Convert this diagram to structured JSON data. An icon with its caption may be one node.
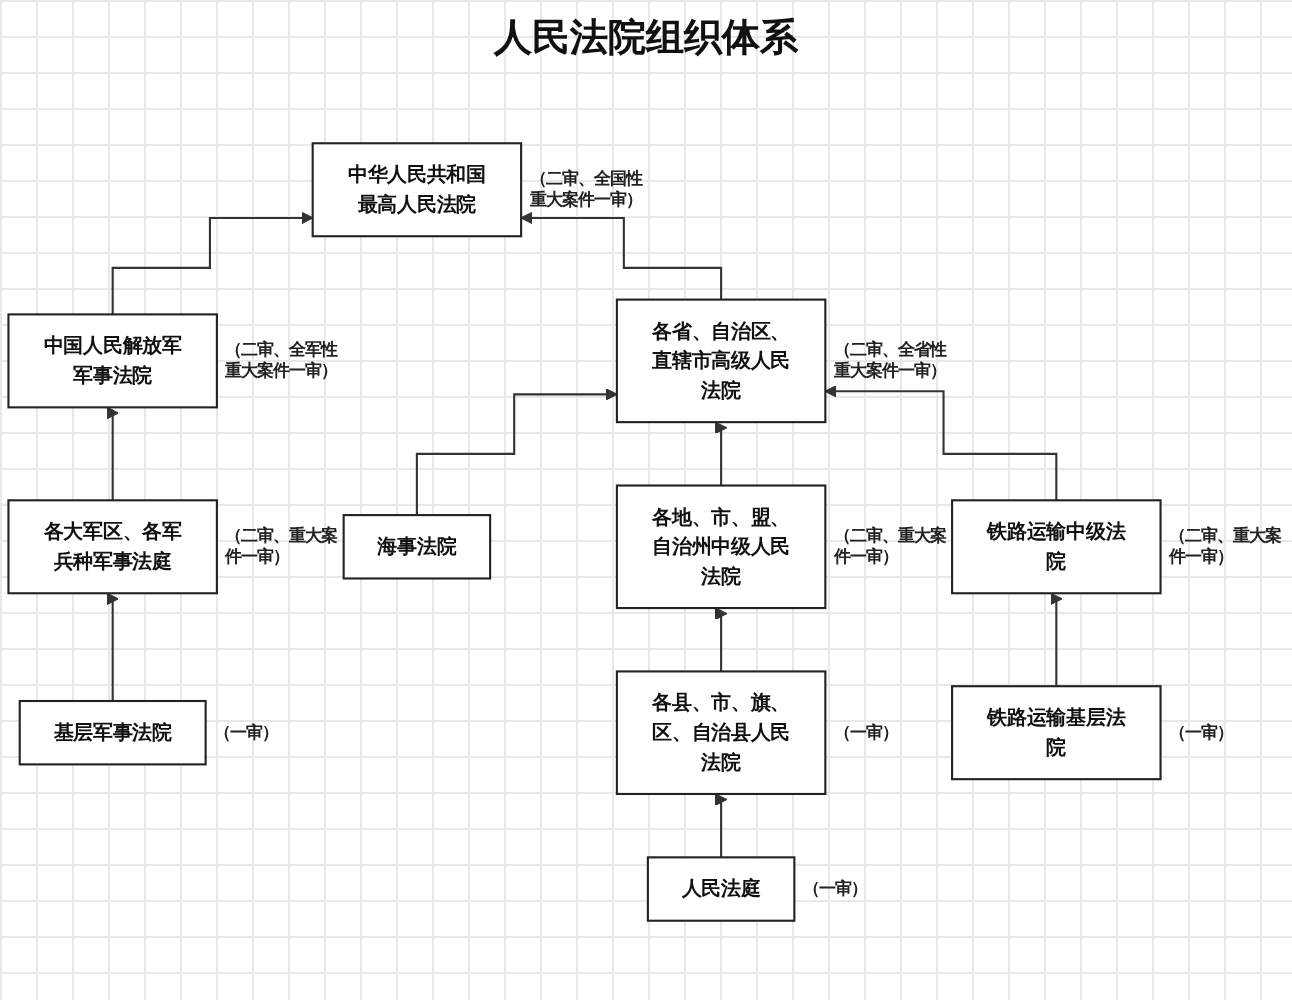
{
  "diagram": {
    "title": "人民法院组织体系",
    "nodes": [
      {
        "text": [
          "中华人民共和国最高人民法院"
        ],
        "beside": [
          "（二审、全国性重大案件一审）"
        ]
      },
      {
        "text": [
          "中国人民解放军军事法院"
        ],
        "beside": [
          "（二审、全军性重大案件一审）"
        ]
      },
      {
        "text": [
          "各省、自治区、直辖市高级人民法院"
        ],
        "beside": [
          "（二审、全省性重大案件一审）"
        ]
      },
      {
        "text": [
          "各大军区、各军兵种军事法庭"
        ],
        "beside": [
          "（二审、重大案件一审）"
        ]
      },
      {
        "text": [
          "海事法院"
        ]
      },
      {
        "text": [
          "各地、市、盟、自治州中级人民法院"
        ],
        "beside": [
          "（二审、重大案件一审）"
        ]
      },
      {
        "text": [
          "铁路运输中级法院"
        ],
        "beside": [
          "（二审、重大案件一审）"
        ]
      },
      {
        "text": [
          "基层军事法院"
        ],
        "beside": [
          "（一审）"
        ]
      },
      {
        "text": [
          "各县、市、旗、区、自治县人民法院"
        ],
        "beside": [
          "（一审）"
        ]
      },
      {
        "text": [
          "铁路运输基层法院"
        ],
        "beside": [
          "（一审）"
        ]
      },
      {
        "text": [
          "人民法庭"
        ],
        "beside": [
          "（一审）"
        ]
      }
    ],
    "edges": [
      {
        "from": 1,
        "to": 0,
        "arrow": "to"
      },
      {
        "from": 2,
        "to": 0,
        "arrow": "to"
      },
      {
        "from": 3,
        "to": 1,
        "arrow": "to"
      },
      {
        "from": 4,
        "to": 2,
        "arrow": "to"
      },
      {
        "from": 5,
        "to": 2,
        "arrow": "to"
      },
      {
        "from": 6,
        "to": 2,
        "arrow": "to"
      },
      {
        "from": 7,
        "to": 3,
        "arrow": "to"
      },
      {
        "from": 8,
        "to": 5,
        "arrow": "to"
      },
      {
        "from": 9,
        "to": 6,
        "arrow": "to"
      },
      {
        "from": 10,
        "to": 8,
        "arrow": "to"
      }
    ]
  }
}
